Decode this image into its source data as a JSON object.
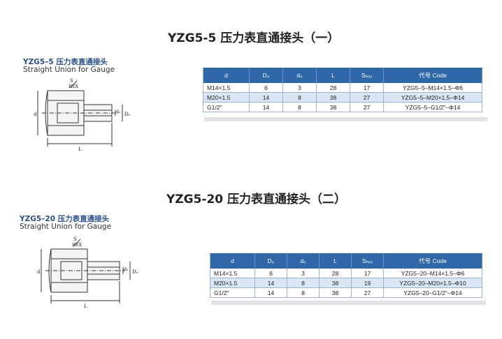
{
  "sections": [
    {
      "title": "YZG5-5 压力表直通接头（一）",
      "caption_cn": "YZG5–5 压力表直通接头",
      "caption_en": "Straight Union for Gauge",
      "drawing_labels": {
        "s": "S",
        "hex": "HEX",
        "d": "d",
        "d0": "d₀",
        "D0": "D₀",
        "L": "L"
      },
      "headers": [
        "d",
        "D₀",
        "d₀",
        "L",
        "Sₕₑₓ",
        "代号 Code"
      ],
      "rows": [
        [
          "M14×1.5",
          "6",
          "3",
          "28",
          "17",
          "YZG5–5–M14×1.5–Φ6"
        ],
        [
          "M20×1.5",
          "14",
          "8",
          "38",
          "27",
          "YZG5–5–M20×1.5–Φ14"
        ],
        [
          "G1/2\"",
          "14",
          "8",
          "38",
          "27",
          "YZG5–5–G1/2\"–Φ14"
        ]
      ]
    },
    {
      "title": "YZG5-20 压力表直通接头（二）",
      "caption_cn": "YZG5–20 压力表直通接头",
      "caption_en": "Straight Union for Gauge",
      "drawing_labels": {
        "s": "S",
        "hex": "HEX",
        "d": "d",
        "d0": "d₀",
        "D0": "D₀",
        "L": "L"
      },
      "headers": [
        "d",
        "D₀",
        "d₀",
        "L",
        "Sₕₑₓ",
        "代号 Code"
      ],
      "rows": [
        [
          "M14×1.5",
          "6",
          "3",
          "28",
          "17",
          "YZG5–20–M14×1.5–Φ6"
        ],
        [
          "M20×1.5",
          "14",
          "8",
          "38",
          "19",
          "YZG5–20–M20×1.5–Φ10"
        ],
        [
          "G1/2\"",
          "14",
          "8",
          "38",
          "27",
          "YZG5–20–G1/2\"–Φ14"
        ]
      ]
    }
  ]
}
